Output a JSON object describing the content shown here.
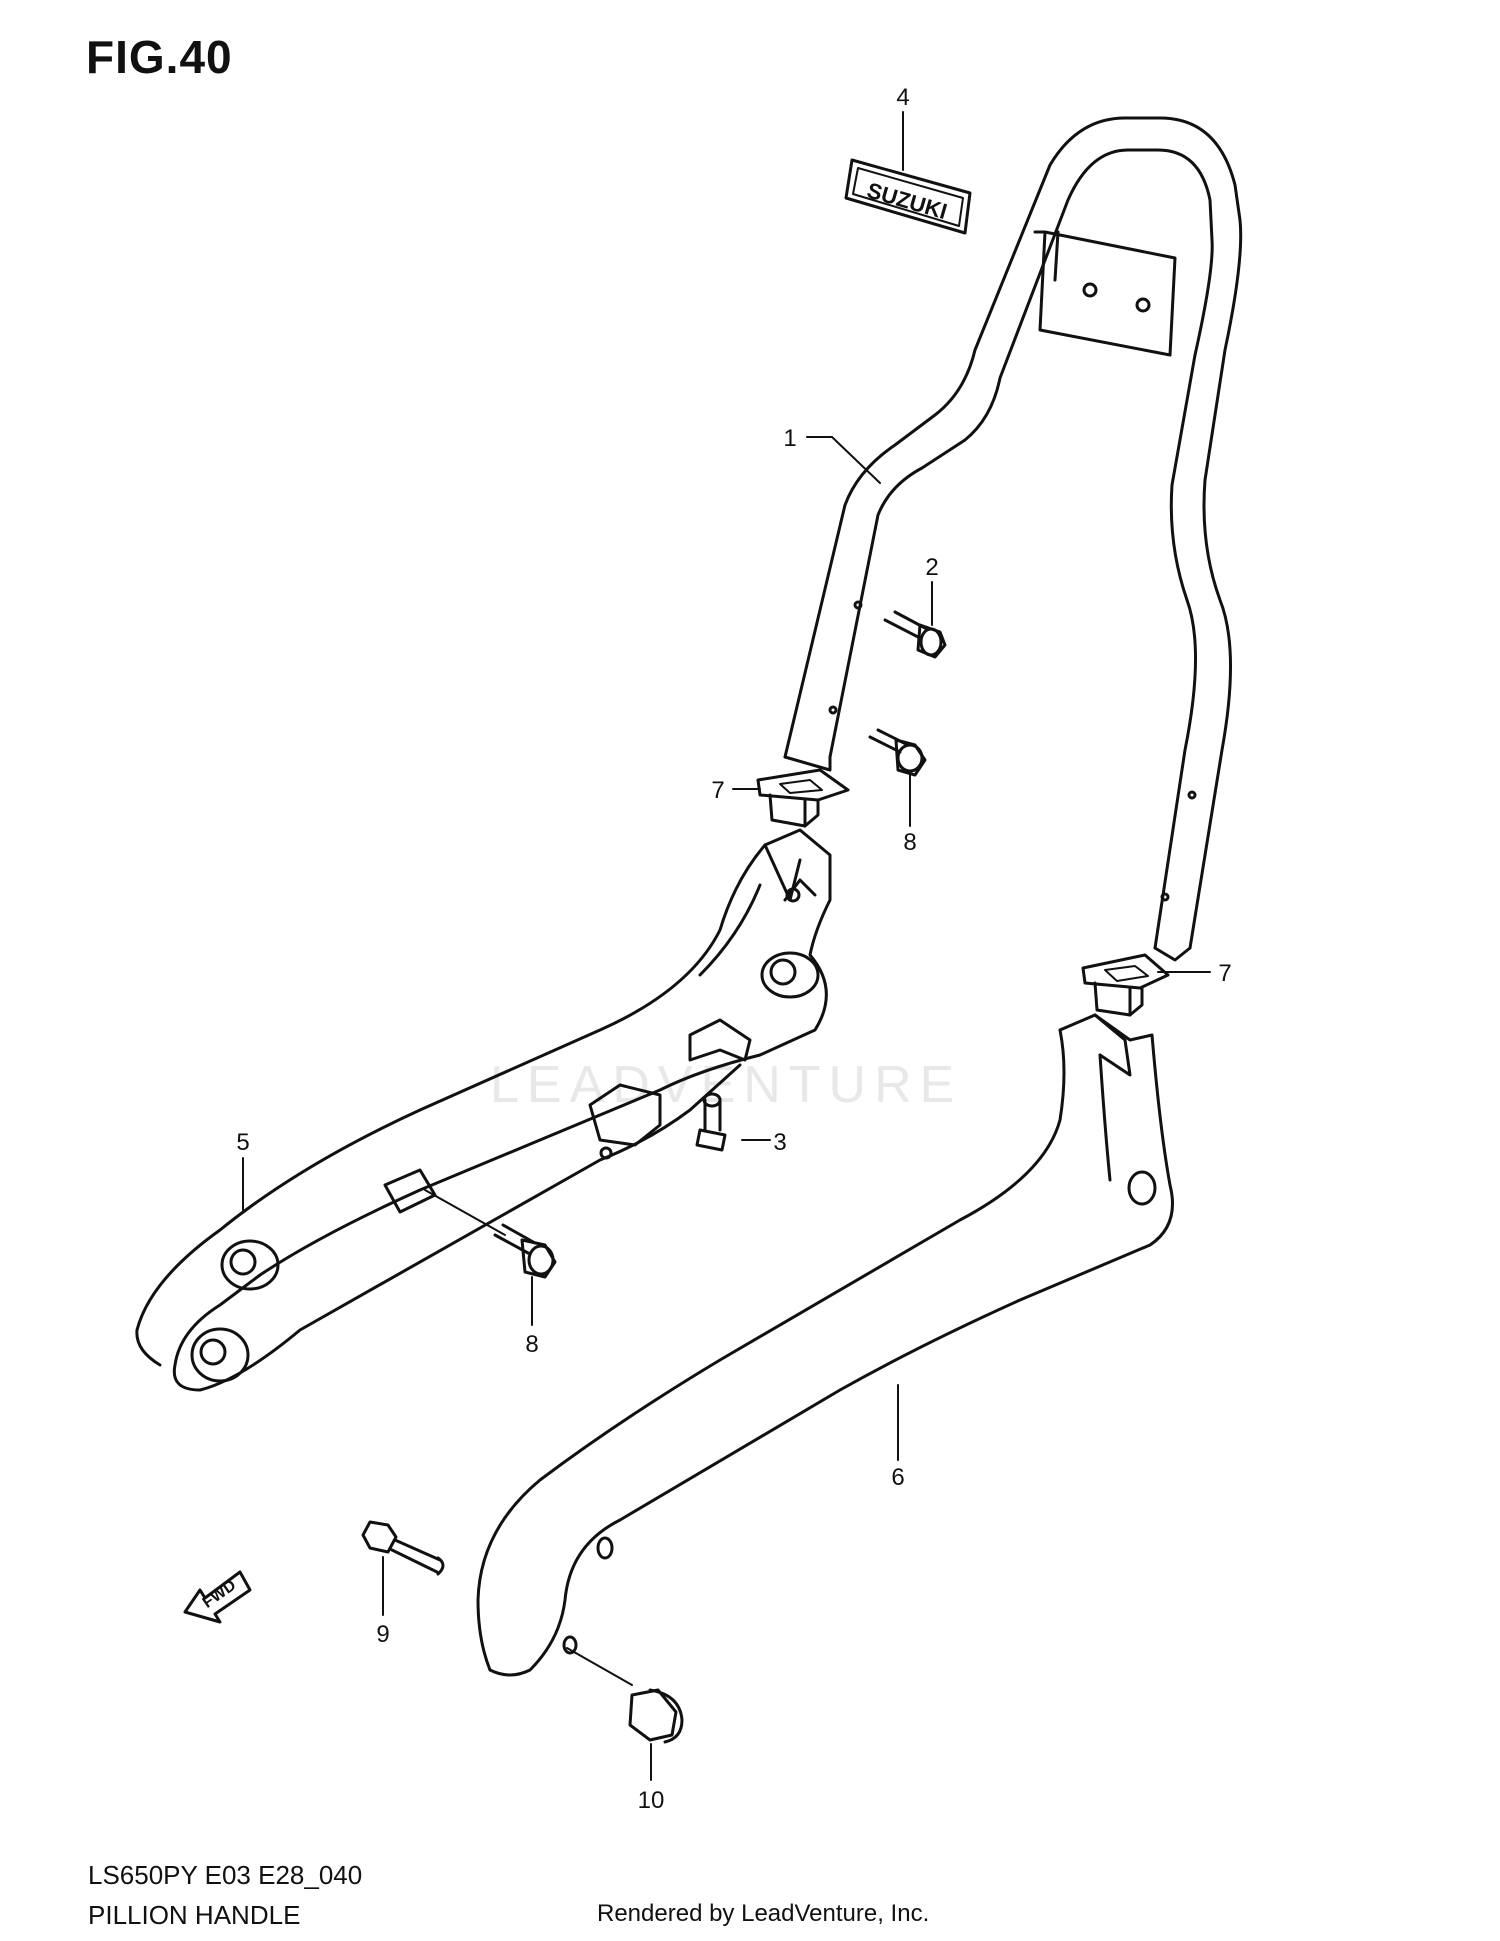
{
  "header": {
    "figure": "FIG.40"
  },
  "footer": {
    "model": "LS650PY E03 E28_040",
    "name": "PILLION HANDLE",
    "rendered_by": "Rendered by LeadVenture, Inc."
  },
  "watermark": {
    "text": "LEADVENTURE"
  },
  "badge": {
    "text": "SUZUKI"
  },
  "fwd_arrow": {
    "text": "FWD"
  },
  "callouts": [
    {
      "id": "c1",
      "label": "1"
    },
    {
      "id": "c2",
      "label": "2"
    },
    {
      "id": "c3",
      "label": "3"
    },
    {
      "id": "c4",
      "label": "4"
    },
    {
      "id": "c5",
      "label": "5"
    },
    {
      "id": "c6",
      "label": "6"
    },
    {
      "id": "c7a",
      "label": "7"
    },
    {
      "id": "c7b",
      "label": "7"
    },
    {
      "id": "c8a",
      "label": "8"
    },
    {
      "id": "c8b",
      "label": "8"
    },
    {
      "id": "c9",
      "label": "9"
    },
    {
      "id": "c10",
      "label": "10"
    }
  ]
}
